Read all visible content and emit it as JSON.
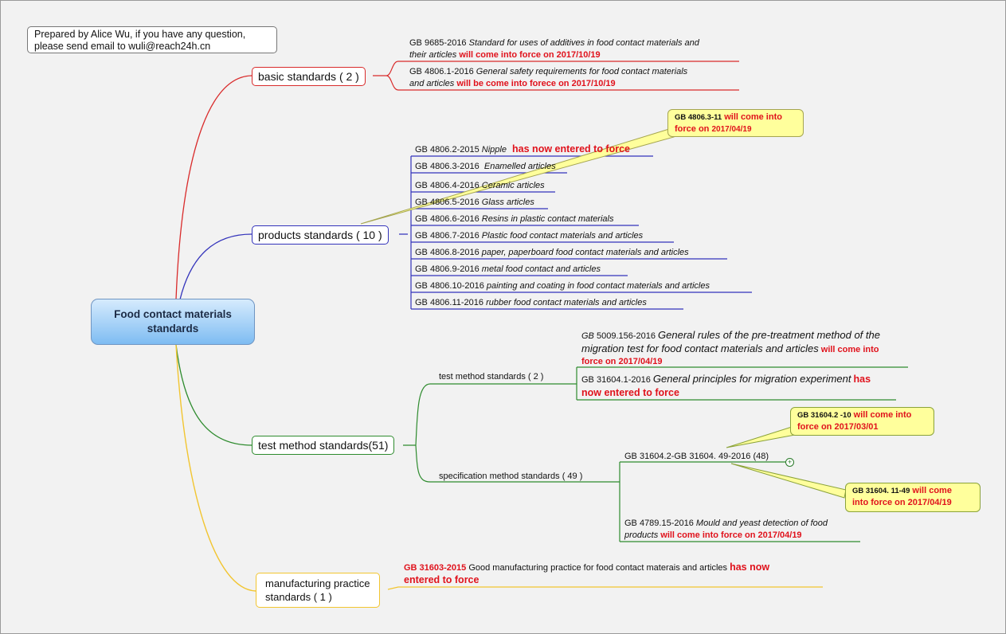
{
  "note": {
    "line1": "Prepared by Alice Wu, if you have any question,",
    "line2": "please send email to  wuli@reach24h.cn"
  },
  "root": {
    "line1": "Food contact materials",
    "line2": "standards"
  },
  "colors": {
    "basic": "#d92b2b",
    "products": "#3333bb",
    "test": "#2e8b2e",
    "manufacturing": "#f2c530",
    "callout": "#ffff9c",
    "highlight": "#e0121c"
  },
  "branches": {
    "basic": {
      "label": "basic standards ( 2 )",
      "items": [
        {
          "code": "GB 9685-2016",
          "title": "Standard for uses of additives in food contact materials and",
          "title2": "their articles",
          "status": "will come into force on 2017/10/19"
        },
        {
          "code": "GB 4806.1-2016",
          "title": "General safety requirements for food contact materials",
          "title2": "and articles",
          "status": "will be come into forece on 2017/10/19"
        }
      ]
    },
    "products": {
      "label": "products standards ( 10 )",
      "callout": {
        "code": "GB 4806.3-11",
        "status1": "will come into",
        "status2": "force on",
        "date": "2017/04/19"
      },
      "items": [
        {
          "code": "GB 4806.2-2015",
          "title": "Nipple",
          "status": "has now entered to force"
        },
        {
          "code": "GB 4806.3-2016",
          "title": "Enamelled articles"
        },
        {
          "code": "GB 4806.4-2016",
          "title": "Ceramic articles"
        },
        {
          "code": "GB 4806.5-2016",
          "title": "Glass articles"
        },
        {
          "code": "GB 4806.6-2016",
          "title": "Resins in plastic contact materials"
        },
        {
          "code": "GB 4806.7-2016",
          "title": "Plastic food contact materials and articles"
        },
        {
          "code": "GB 4806.8-2016",
          "title": "paper, paperboard food contact materials and articles"
        },
        {
          "code": "GB 4806.9-2016",
          "title": "metal food contact and articles"
        },
        {
          "code": "GB 4806.10-2016",
          "title": "painting and coating in food contact materials and articles"
        },
        {
          "code": "GB 4806.11-2016",
          "title": "rubber food contact materials and articles"
        }
      ]
    },
    "test": {
      "label": "test method standards(51)",
      "sub1": {
        "label": "test method standards  ( 2 )",
        "items": [
          {
            "code_prefix": "GB",
            "code": "5009.156-2016",
            "title1": "General rules of the pre-treatment method of the",
            "title2": "migration test for food contact materials and articles",
            "status1": "will come into",
            "status2": "force on 2017/04/19"
          },
          {
            "code": "GB 31604.1-2016",
            "title": "General principles for migration experiment",
            "status1": "has",
            "status2": "now entered to force"
          }
        ]
      },
      "sub2": {
        "label": "specification method standards  ( 49 )",
        "group": "GB 31604.2-GB 31604.  49-2016 (48)",
        "collapse": "+",
        "callout1": {
          "code": "GB 31604.2 -10",
          "status1": "will come into",
          "status2": "force on 2017/03/01"
        },
        "callout2": {
          "code": "GB 31604. 11-49",
          "status1": "will come",
          "status2": "into force on 2017/04/19"
        },
        "item": {
          "code": "GB 4789.15-2016",
          "title1": "Mould and yeast detection  of food",
          "title2": "products",
          "status": "will come into force on 2017/04/19"
        }
      }
    },
    "manufacturing": {
      "label1": "manufacturing practice",
      "label2": "standards ( 1 )",
      "item": {
        "code": "GB 31603-2015",
        "title": "Good manufacturing practice for food contact materais and articles",
        "status1": "has now",
        "status2": "entered to force"
      }
    }
  }
}
